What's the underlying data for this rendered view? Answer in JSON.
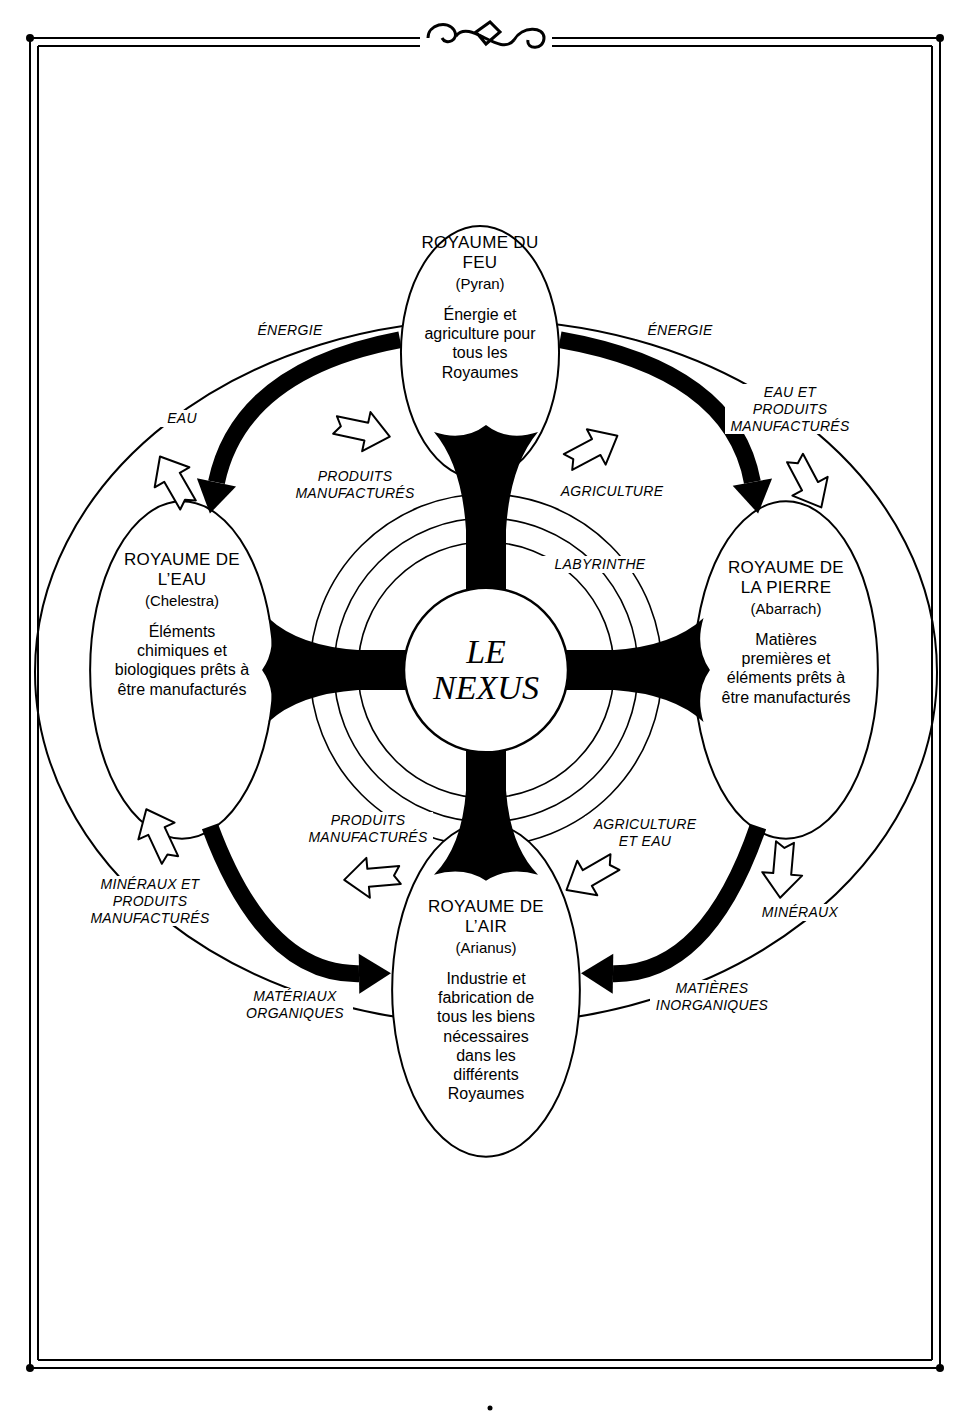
{
  "diagram": {
    "nodes": [
      {
        "text": [
          "ROYAUME DU FEU",
          "(Pyran)",
          "Énergie et agriculture pour tous les Royaumes"
        ]
      },
      {
        "text": [
          "ROYAUME DE L’EAU",
          "(Chelestra)",
          "Éléments chimiques et biologiques prêts à être manufacturés"
        ]
      },
      {
        "text": [
          "LE NEXUS"
        ]
      },
      {
        "text": [
          "ROYAUME DE LA PIERRE",
          "(Abarrach)",
          "Matières premières et éléments prêts à être manufacturés"
        ]
      },
      {
        "text": [
          "ROYAUME DE L’AIR",
          "(Arianus)",
          "Industrie et fabrication de tous les biens nécessaires dans les différents Royaumes"
        ]
      }
    ],
    "edges": [
      {
        "from": 0,
        "to": 1,
        "label": "ÉNERGIE",
        "arrow": "to"
      },
      {
        "from": 0,
        "to": 3,
        "label": "ÉNERGIE",
        "arrow": "to"
      },
      {
        "from": 1,
        "to": 4,
        "label": "MATÉRIAUX ORGANIQUES",
        "arrow": "to"
      },
      {
        "from": 3,
        "to": 4,
        "label": "MATIÈRES INORGANIQUES",
        "arrow": "to"
      }
    ],
    "labels": [
      "EAU",
      "PRODUITS MANUFACTURÉS",
      "AGRICULTURE",
      "EAU ET PRODUITS MANUFACTURÉS",
      "LABYRINTHE",
      "PRODUITS MANUFACTURÉS",
      "AGRICULTURE ET EAU",
      "MINÉRAUX ET PRODUITS MANUFACTURÉS",
      "MINÉRAUX"
    ]
  }
}
